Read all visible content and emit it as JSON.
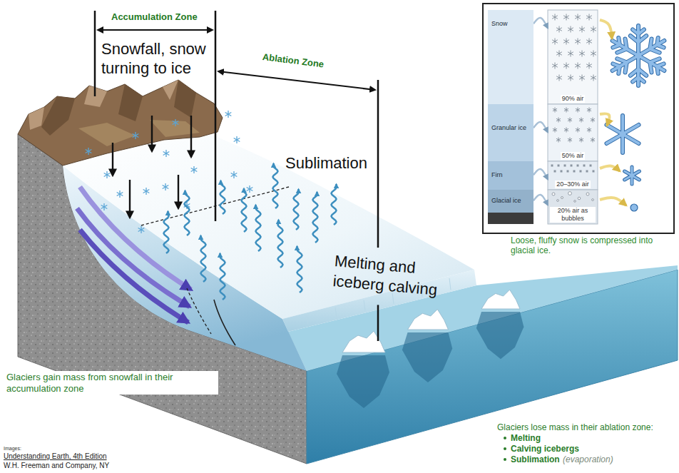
{
  "diagram": {
    "nodes": [
      {
        "text": [
          "Loose, fluffy snow is compressed into glacial ice."
        ]
      },
      {
        "text": [
          "Snow"
        ],
        "in": 0
      },
      {
        "text": [
          "Granular ice"
        ],
        "in": 0
      },
      {
        "text": [
          "Firn"
        ],
        "in": 0
      },
      {
        "text": [
          "Glacial ice"
        ],
        "in": 0
      },
      {
        "text": [
          "90% air"
        ],
        "in": 0
      },
      {
        "text": [
          "50% air"
        ],
        "in": 0
      },
      {
        "text": [
          "20–30% air"
        ],
        "in": 0
      },
      {
        "text": [
          "20% air as bubbles"
        ],
        "in": 0
      }
    ],
    "edges": [
      {
        "from": 1,
        "to": 5,
        "arrow": "to"
      },
      {
        "from": 2,
        "to": 6,
        "arrow": "to"
      },
      {
        "from": 3,
        "to": 7,
        "arrow": "to"
      },
      {
        "from": 4,
        "to": 8,
        "arrow": "to"
      }
    ],
    "labels": [
      "Accumulation Zone",
      "Ablation Zone",
      "Snowfall, snow turning to ice",
      "Sublimation",
      "Melting and iceberg calving",
      "Glaciers gain mass from snowfall in their accumulation zone",
      "Glaciers lose mass in their ablation zone:",
      "Melting",
      "Calving icebergs",
      "Sublimation",
      "(evaporation)",
      "Images:",
      "Understanding Earth, 4th Edition",
      "W.H. Freeman and Company, NY"
    ]
  }
}
